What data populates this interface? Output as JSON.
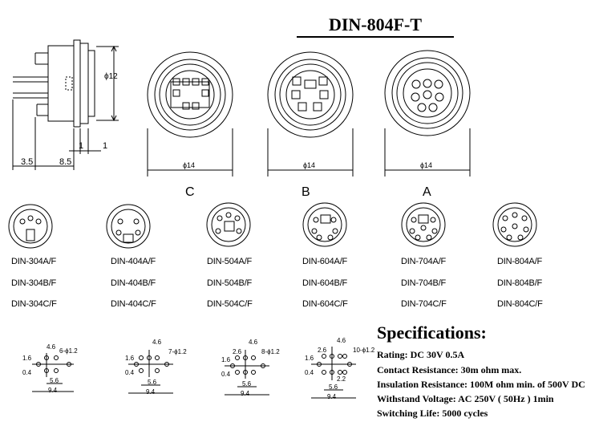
{
  "header": {
    "title": "DIN-804F-T"
  },
  "side_view": {
    "dim_height": "ϕ12",
    "dim_a": "3.5",
    "dim_b": "8.5",
    "dim_c": "1",
    "dim_d": "1"
  },
  "front_views": [
    {
      "variant": "C",
      "dim": "ϕ14"
    },
    {
      "variant": "B",
      "dim": "ϕ14"
    },
    {
      "variant": "A",
      "dim": "ϕ14"
    }
  ],
  "parts": {
    "rows": [
      [
        "DIN-304A/F",
        "DIN-404A/F",
        "DIN-504A/F",
        "DIN-604A/F",
        "DIN-704A/F",
        "DIN-804A/F"
      ],
      [
        "DIN-304B/F",
        "DIN-404B/F",
        "DIN-504B/F",
        "DIN-604B/F",
        "DIN-704B/F",
        "DIN-804B/F"
      ],
      [
        "DIN-304C/F",
        "DIN-404C/F",
        "DIN-504C/F",
        "DIN-604C/F",
        "DIN-704C/F",
        "DIN-804C/F"
      ]
    ]
  },
  "footprints": [
    {
      "d1": "4.6",
      "d2": "6-ϕ1.2",
      "d3": "1.6",
      "d4": "0.4",
      "d5": "5.6",
      "d6": "9.4"
    },
    {
      "d1": "4.6",
      "d2": "7-ϕ1.2",
      "d3": "1.6",
      "d4": "0.4",
      "d5": "5.6",
      "d6": "9.4"
    },
    {
      "d1": "4.6",
      "d2": "8-ϕ1.2",
      "d3": "1.6",
      "d4": "0.4",
      "d5": "5.6",
      "d6": "9.4",
      "d7": "2.6"
    },
    {
      "d1": "4.6",
      "d2": "10-ϕ1.2",
      "d3": "1.6",
      "d4": "0.4",
      "d5": "5.6",
      "d6": "9.4",
      "d7": "2.6",
      "d8": "2.2"
    }
  ],
  "specs": {
    "heading": "Specifications:",
    "items": [
      "Rating: DC 30V 0.5A",
      "Contact Resistance:    30m ohm max.",
      "Insulation Resistance:  100M ohm min. of 500V DC",
      "Withstand Voltage: AC 250V ( 50Hz ) 1min",
      "Switching Life: 5000 cycles"
    ]
  }
}
